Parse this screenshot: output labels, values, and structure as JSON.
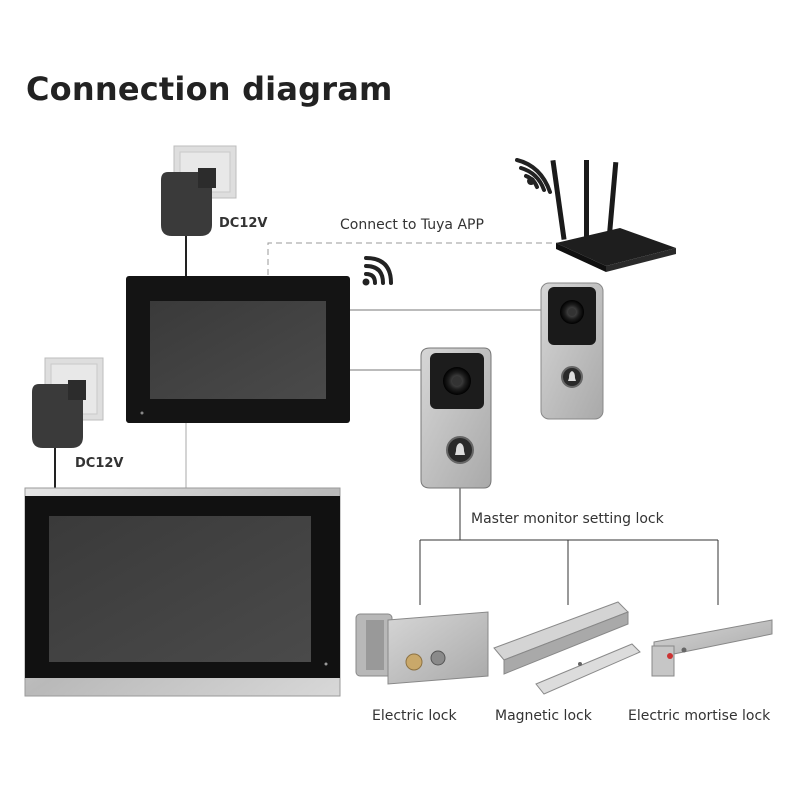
{
  "title": "Connection diagram",
  "labels": {
    "power_top": "DC12V",
    "power_bottom": "DC12V",
    "tuya": "Connect to Tuya APP",
    "master_lock": "Master monitor setting lock",
    "electric_lock": "Electric lock",
    "magnetic_lock": "Magnetic lock",
    "mortise_lock": "Electric mortise lock"
  }
}
